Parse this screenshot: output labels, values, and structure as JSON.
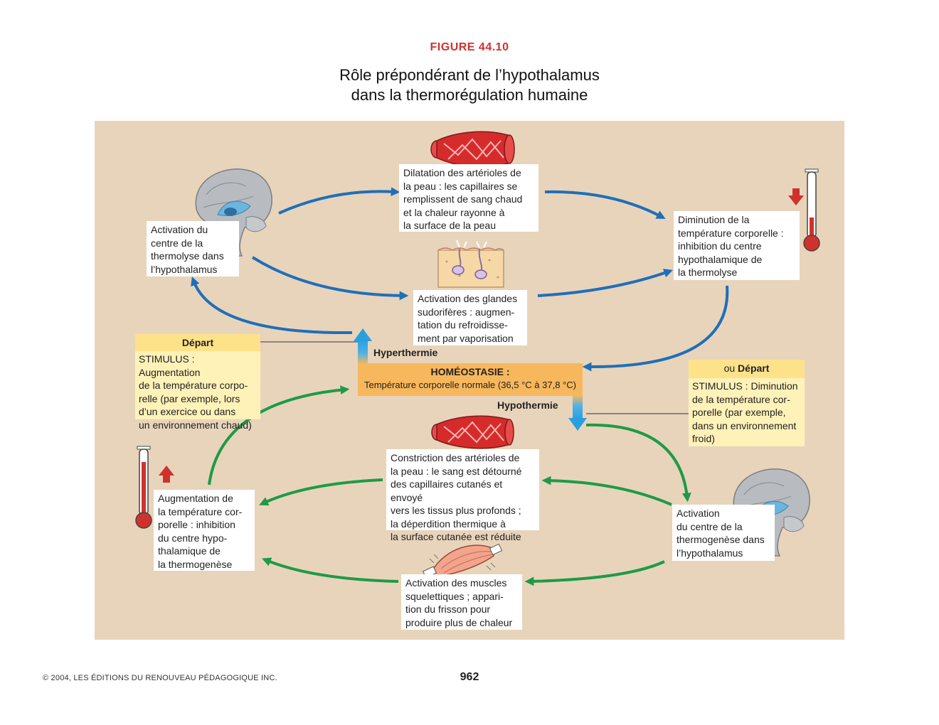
{
  "figure_label": "FIGURE 44.10",
  "title_lines": [
    "Rôle prépondérant de l’hypothalamus",
    "dans la thermorégulation humaine"
  ],
  "boxes": {
    "thermolyse_center": [
      "Activation du",
      "centre de la",
      "thermolyse dans",
      "l’hypothalamus"
    ],
    "dilatation": [
      "Dilatation des artérioles de",
      "la peau : les capillaires se",
      "remplissent de sang chaud",
      "et la chaleur rayonne à",
      "la surface de la peau"
    ],
    "sweat": [
      "Activation des glandes",
      "sudorifères : augmen-",
      "tation du refroidisse-",
      "ment par vaporisation"
    ],
    "temp_decrease": [
      "Diminution de la",
      "température corporelle :",
      "inhibition du centre",
      "hypothalamique de",
      "la thermolyse"
    ],
    "constriction": [
      "Constriction des artérioles de",
      "la peau : le sang est détourné",
      "des capillaires cutanés et envoyé",
      "vers les tissus plus profonds ;",
      "la déperdition thermique à",
      "la surface cutanée est réduite"
    ],
    "temp_increase": [
      "Augmentation de",
      "la température cor-",
      "porelle : inhibition",
      "du centre hypo-",
      "thalamique de",
      "la thermogenèse"
    ],
    "thermogenese_center": [
      "Activation",
      "du centre de la",
      "thermogenèse dans",
      "l’hypothalamus"
    ],
    "muscles": [
      "Activation des muscles",
      "squelettiques ; appari-",
      "tion du frisson pour",
      "produire plus de chaleur"
    ]
  },
  "start_left": {
    "heading": "Départ",
    "lines": [
      "STIMULUS : Augmentation",
      "de la température corpo-",
      "relle (par exemple, lors",
      "d’un exercice ou dans",
      "un environnement chaud)"
    ]
  },
  "start_right": {
    "heading_prefix": "ou ",
    "heading": "Départ",
    "lines": [
      "STIMULUS : Diminution",
      "de la température cor-",
      "porelle (par exemple,",
      "dans un environnement",
      "froid)"
    ]
  },
  "homeostasis": {
    "title": "HOMÉOSTASIE :",
    "subtitle": "Température corporelle normale (36,5 °C à 37,8 °C)"
  },
  "labels": {
    "hyperthermia": "Hyperthermie",
    "hypothermia": "Hypothermie"
  },
  "footer": {
    "copyright": "© 2004, LES ÉDITIONS DU RENOUVEAU PÉDAGOGIQUE INC.",
    "page": "962"
  },
  "colors": {
    "panel": "#e8d4bb",
    "blue_arrow": "#1f6fb8",
    "green_arrow": "#1e9a49",
    "red": "#d0312d",
    "yellow_head": "#fde28a",
    "yellow_body": "#fff2b8",
    "homeostasis": "#f7b75c"
  }
}
